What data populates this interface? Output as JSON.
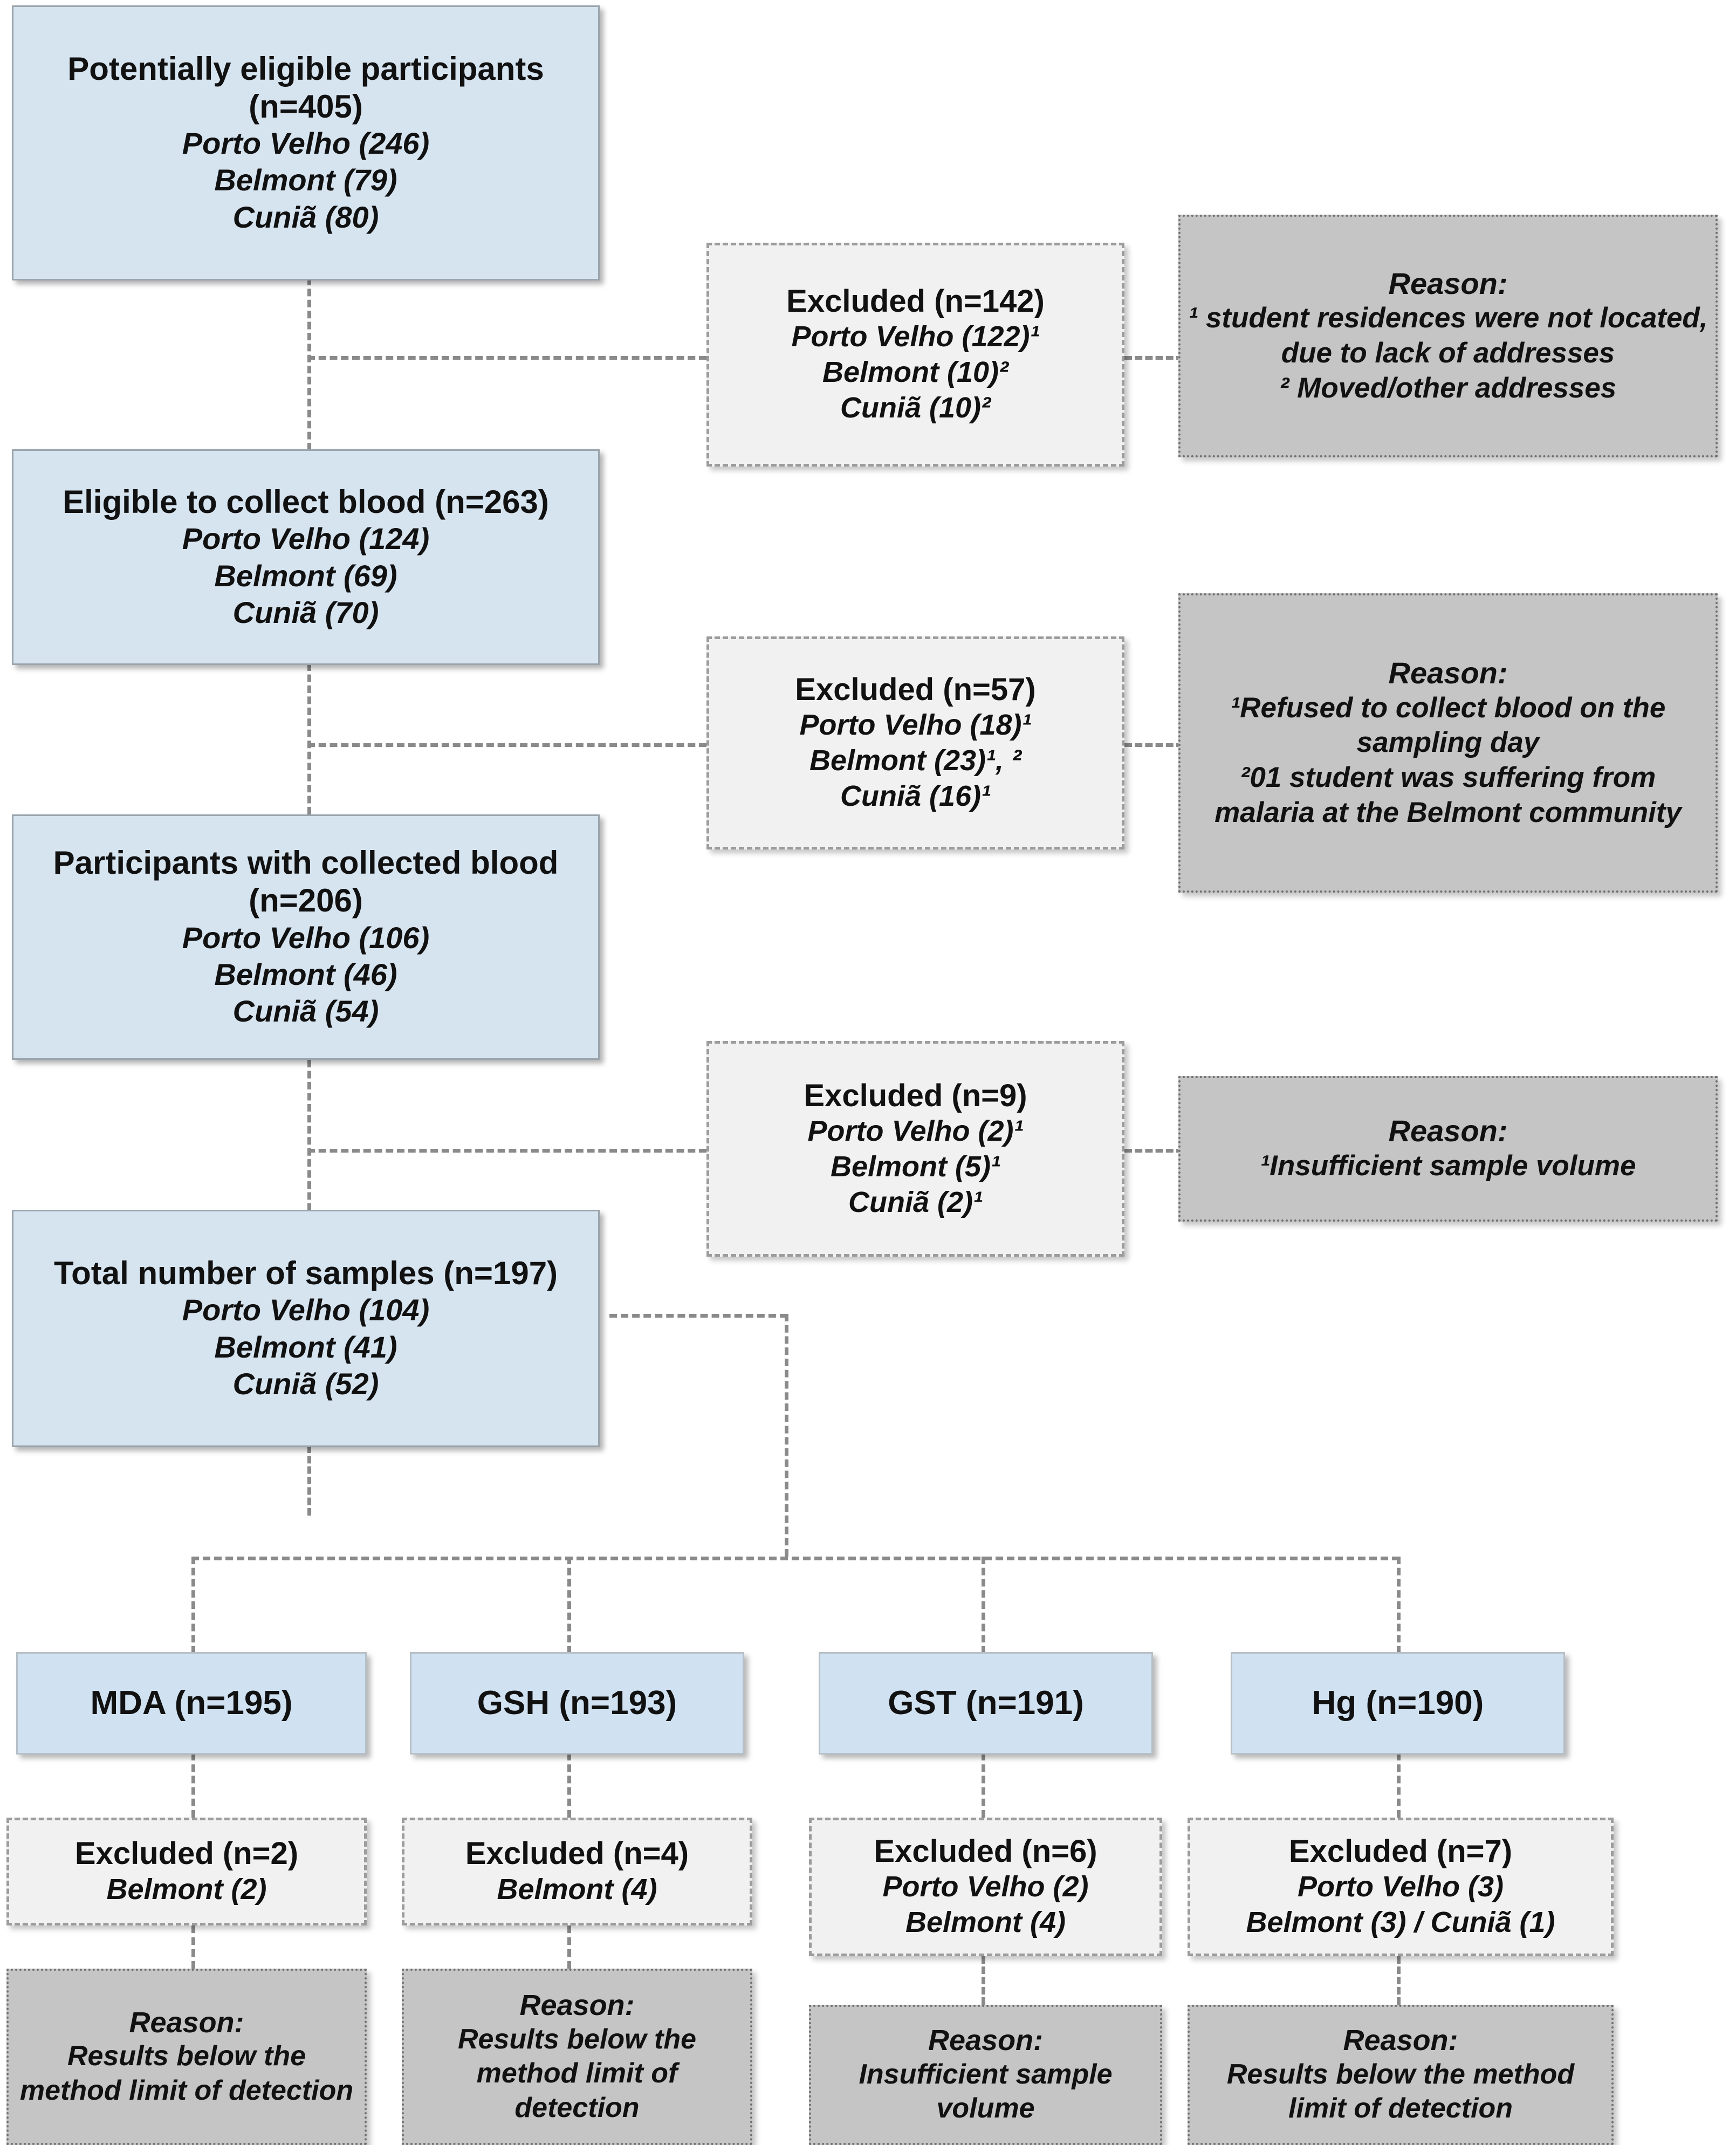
{
  "diagram": {
    "title": "Study participant flow diagram",
    "colors": {
      "primary_fill": "#d6e4f0",
      "excluded_fill": "#f1f1f1",
      "reason_fill": "#c5c5c5",
      "connector": "#8a8a8a"
    }
  },
  "primary_nodes": [
    {
      "id": "potentially-eligible",
      "title": "Potentially eligible participants (n=405)",
      "lines": [
        "Porto Velho (246)",
        "Belmont (79)",
        "Cuniã (80)"
      ]
    },
    {
      "id": "eligible-blood",
      "title": "Eligible to collect blood (n=263)",
      "lines": [
        "Porto Velho (124)",
        "Belmont (69)",
        "Cuniã (70)"
      ]
    },
    {
      "id": "collected-blood",
      "title": "Participants with collected blood (n=206)",
      "lines": [
        "Porto Velho (106)",
        "Belmont (46)",
        "Cuniã (54)"
      ]
    },
    {
      "id": "total-samples",
      "title": "Total number of samples (n=197)",
      "lines": [
        "Porto Velho (104)",
        "Belmont (41)",
        "Cuniã (52)"
      ]
    }
  ],
  "excluded_nodes": [
    {
      "id": "excluded-142",
      "title": "Excluded (n=142)",
      "lines": [
        "Porto Velho (122)¹",
        "Belmont (10)²",
        "Cuniã (10)²"
      ]
    },
    {
      "id": "excluded-57",
      "title": "Excluded (n=57)",
      "lines": [
        "Porto Velho (18)¹",
        "Belmont (23)¹, ²",
        "Cuniã (16)¹"
      ]
    },
    {
      "id": "excluded-9",
      "title": "Excluded (n=9)",
      "lines": [
        "Porto Velho (2)¹",
        "Belmont (5)¹",
        "Cuniã (2)¹"
      ]
    }
  ],
  "reason_nodes": [
    {
      "id": "reason-142",
      "title": "Reason:",
      "lines": [
        "¹ student residences were not located, due to lack of addresses",
        "² Moved/other addresses"
      ]
    },
    {
      "id": "reason-57",
      "title": "Reason:",
      "lines": [
        "¹Refused to collect blood on the sampling day",
        "²01 student was suffering from malaria at the Belmont community"
      ]
    },
    {
      "id": "reason-9",
      "title": "Reason:",
      "lines": [
        "¹Insufficient sample volume"
      ]
    }
  ],
  "assays": [
    {
      "id": "mda",
      "label": "MDA (n=195)",
      "excluded": {
        "title": "Excluded (n=2)",
        "lines": [
          "Belmont (2)"
        ]
      },
      "reason": {
        "title": "Reason:",
        "lines": [
          "Results below the method limit of detection"
        ]
      }
    },
    {
      "id": "gsh",
      "label": "GSH (n=193)",
      "excluded": {
        "title": "Excluded (n=4)",
        "lines": [
          "Belmont (4)"
        ]
      },
      "reason": {
        "title": "Reason:",
        "lines": [
          "Results below the method limit of detection"
        ]
      }
    },
    {
      "id": "gst",
      "label": "GST (n=191)",
      "excluded": {
        "title": "Excluded (n=6)",
        "lines": [
          "Porto Velho (2)",
          "Belmont (4)"
        ]
      },
      "reason": {
        "title": "Reason:",
        "lines": [
          "Insufficient sample volume"
        ]
      }
    },
    {
      "id": "hg",
      "label": "Hg (n=190)",
      "excluded": {
        "title": "Excluded (n=7)",
        "lines": [
          "Porto Velho (3)",
          "Belmont (3) / Cuniã (1)"
        ]
      },
      "reason": {
        "title": "Reason:",
        "lines": [
          "Results below the method limit of detection"
        ]
      }
    }
  ]
}
